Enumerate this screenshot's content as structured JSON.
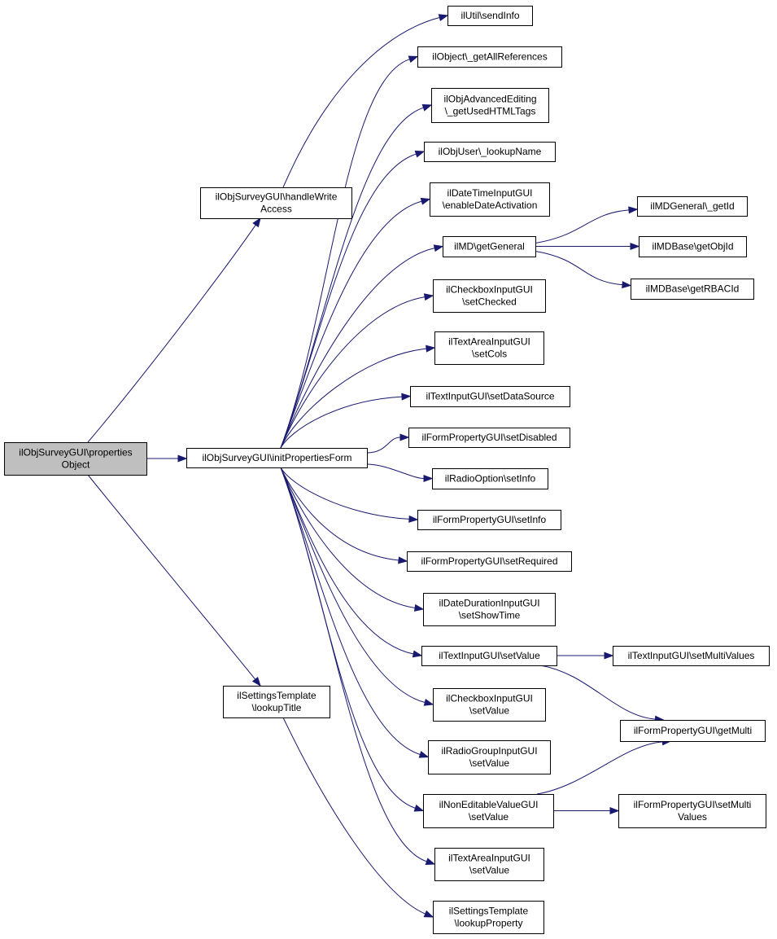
{
  "diagram": {
    "type": "call-graph",
    "edge_color": "#191970",
    "root_fill": "#bfbfbf",
    "nodes": [
      {
        "id": "root",
        "lines": [
          "ilObjSurveyGUI\\properties",
          "Object"
        ],
        "root": true
      },
      {
        "id": "hwa",
        "lines": [
          "ilObjSurveyGUI\\handleWrite",
          "Access"
        ]
      },
      {
        "id": "ipf",
        "lines": [
          "ilObjSurveyGUI\\initPropertiesForm"
        ]
      },
      {
        "id": "lt",
        "lines": [
          "ilSettingsTemplate",
          "\\lookupTitle"
        ]
      },
      {
        "id": "si",
        "lines": [
          "ilUtil\\sendInfo"
        ]
      },
      {
        "id": "gar",
        "lines": [
          "ilObject\\_getAllReferences"
        ]
      },
      {
        "id": "oae",
        "lines": [
          "ilObjAdvancedEditing",
          "\\_getUsedHTMLTags"
        ]
      },
      {
        "id": "lun",
        "lines": [
          "ilObjUser\\_lookupName"
        ]
      },
      {
        "id": "dtig",
        "lines": [
          "ilDateTimeInputGUI",
          "\\enableDateActivation"
        ]
      },
      {
        "id": "gg",
        "lines": [
          "ilMD\\getGeneral"
        ]
      },
      {
        "id": "mdg",
        "lines": [
          "ilMDGeneral\\_getId"
        ]
      },
      {
        "id": "goi",
        "lines": [
          "ilMDBase\\getObjId"
        ]
      },
      {
        "id": "grb",
        "lines": [
          "ilMDBase\\getRBACId"
        ]
      },
      {
        "id": "cbsc",
        "lines": [
          "ilCheckboxInputGUI",
          "\\setChecked"
        ]
      },
      {
        "id": "tasc",
        "lines": [
          "ilTextAreaInputGUI",
          "\\setCols"
        ]
      },
      {
        "id": "sds",
        "lines": [
          "ilTextInputGUI\\setDataSource"
        ]
      },
      {
        "id": "sdis",
        "lines": [
          "ilFormPropertyGUI\\setDisabled"
        ]
      },
      {
        "id": "rosi",
        "lines": [
          "ilRadioOption\\setInfo"
        ]
      },
      {
        "id": "fpsi",
        "lines": [
          "ilFormPropertyGUI\\setInfo"
        ]
      },
      {
        "id": "sreq",
        "lines": [
          "ilFormPropertyGUI\\setRequired"
        ]
      },
      {
        "id": "ddst",
        "lines": [
          "ilDateDurationInputGUI",
          "\\setShowTime"
        ]
      },
      {
        "id": "tisv",
        "lines": [
          "ilTextInputGUI\\setValue"
        ]
      },
      {
        "id": "smv",
        "lines": [
          "ilTextInputGUI\\setMultiValues"
        ]
      },
      {
        "id": "gmul",
        "lines": [
          "ilFormPropertyGUI\\getMulti"
        ]
      },
      {
        "id": "cbsv",
        "lines": [
          "ilCheckboxInputGUI",
          "\\setValue"
        ]
      },
      {
        "id": "rgsv",
        "lines": [
          "ilRadioGroupInputGUI",
          "\\setValue"
        ]
      },
      {
        "id": "nesv",
        "lines": [
          "ilNonEditableValueGUI",
          "\\setValue"
        ]
      },
      {
        "id": "fpsmv",
        "lines": [
          "ilFormPropertyGUI\\setMulti",
          "Values"
        ]
      },
      {
        "id": "tasv",
        "lines": [
          "ilTextAreaInputGUI",
          "\\setValue"
        ]
      },
      {
        "id": "lp",
        "lines": [
          "ilSettingsTemplate",
          "\\lookupProperty"
        ]
      }
    ],
    "edges": [
      [
        "root",
        "hwa"
      ],
      [
        "root",
        "ipf"
      ],
      [
        "root",
        "lt"
      ],
      [
        "hwa",
        "si"
      ],
      [
        "ipf",
        "gar"
      ],
      [
        "ipf",
        "oae"
      ],
      [
        "ipf",
        "lun"
      ],
      [
        "ipf",
        "dtig"
      ],
      [
        "ipf",
        "gg"
      ],
      [
        "ipf",
        "cbsc"
      ],
      [
        "ipf",
        "tasc"
      ],
      [
        "ipf",
        "sds"
      ],
      [
        "ipf",
        "sdis"
      ],
      [
        "ipf",
        "rosi"
      ],
      [
        "ipf",
        "fpsi"
      ],
      [
        "ipf",
        "sreq"
      ],
      [
        "ipf",
        "ddst"
      ],
      [
        "ipf",
        "tisv"
      ],
      [
        "ipf",
        "cbsv"
      ],
      [
        "ipf",
        "rgsv"
      ],
      [
        "ipf",
        "nesv"
      ],
      [
        "ipf",
        "tasv"
      ],
      [
        "lt",
        "lp"
      ],
      [
        "gg",
        "mdg"
      ],
      [
        "gg",
        "goi"
      ],
      [
        "gg",
        "grb"
      ],
      [
        "tisv",
        "smv"
      ],
      [
        "tisv",
        "gmul"
      ],
      [
        "nesv",
        "gmul"
      ],
      [
        "nesv",
        "fpsmv"
      ]
    ]
  }
}
